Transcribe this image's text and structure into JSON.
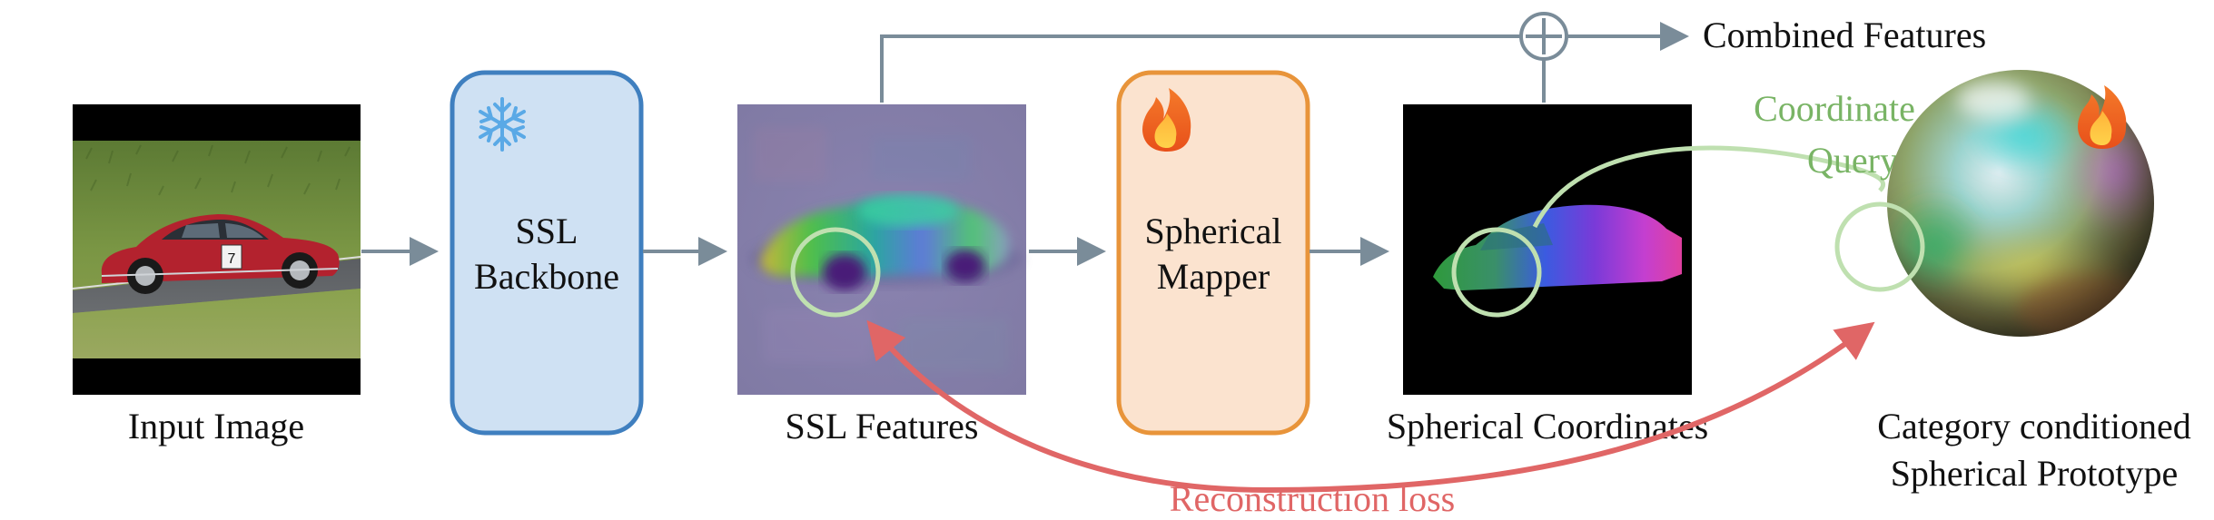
{
  "nodes": {
    "input_image": {
      "caption": "Input Image"
    },
    "ssl_backbone": {
      "line1": "SSL",
      "line2": "Backbone",
      "status_icon": "snowflake-icon"
    },
    "ssl_features": {
      "caption": "SSL Features"
    },
    "spherical_mapper": {
      "line1": "Spherical",
      "line2": "Mapper",
      "status_icon": "fire-icon"
    },
    "spherical_coordinates": {
      "caption": "Spherical Coordinates"
    },
    "prototype": {
      "line1": "Category conditioned",
      "line2": "Spherical Prototype",
      "status_icon": "fire-icon"
    }
  },
  "outputs": {
    "combined_features": "Combined Features"
  },
  "annotations": {
    "coordinate_query_line1": "Coordinate",
    "coordinate_query_line2": "Query",
    "reconstruction_loss": "Reconstruction loss"
  },
  "colors": {
    "arrow": "#7a8c99",
    "backbone_fill": "#cfe1f3",
    "backbone_stroke": "#3f7fbf",
    "mapper_fill": "#fbe3cf",
    "mapper_stroke": "#e8943a",
    "query": "#79b465",
    "query_circle": "#bfe0b0",
    "loss": "#e06666"
  }
}
